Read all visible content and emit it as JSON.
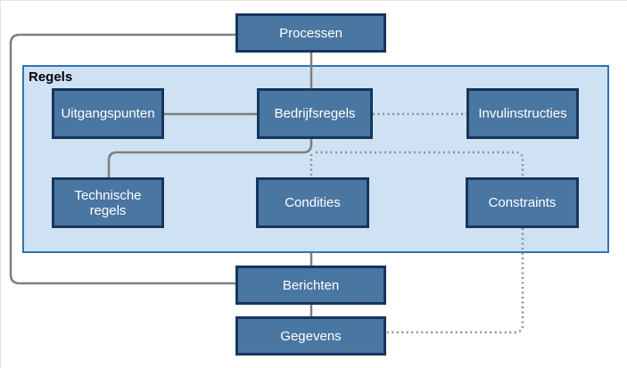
{
  "diagram": {
    "container": {
      "label": "Regels"
    },
    "nodes": {
      "processen": {
        "label": "Processen"
      },
      "uitgangspunten": {
        "label": "Uitgangspunten"
      },
      "bedrijfsregels": {
        "label": "Bedrijfsregels"
      },
      "invulinstructies": {
        "label": "Invulinstructies"
      },
      "technische_regels": {
        "label": "Technische regels"
      },
      "condities": {
        "label": "Condities"
      },
      "constraints": {
        "label": "Constraints"
      },
      "berichten": {
        "label": "Berichten"
      },
      "gegevens": {
        "label": "Gegevens"
      }
    },
    "edges": [
      {
        "from": "Processen",
        "to": "Bedrijfsregels",
        "style": "solid"
      },
      {
        "from": "Processen",
        "to": "Berichten",
        "style": "solid"
      },
      {
        "from": "Uitgangspunten",
        "to": "Bedrijfsregels",
        "style": "solid"
      },
      {
        "from": "Bedrijfsregels",
        "to": "Invulinstructies",
        "style": "dotted"
      },
      {
        "from": "Bedrijfsregels",
        "to": "Technische regels",
        "style": "solid"
      },
      {
        "from": "Bedrijfsregels",
        "to": "Condities",
        "style": "dotted"
      },
      {
        "from": "Bedrijfsregels",
        "to": "Constraints",
        "style": "dotted"
      },
      {
        "from": "Regels",
        "to": "Berichten",
        "style": "solid"
      },
      {
        "from": "Berichten",
        "to": "Gegevens",
        "style": "solid"
      },
      {
        "from": "Constraints",
        "to": "Gegevens",
        "style": "dotted"
      }
    ]
  },
  "colors": {
    "background": "#ffffff",
    "box_fill": "#4a76a2",
    "box_border": "#17365d",
    "container_fill": "#cfe2f4",
    "container_border": "#2e74b5",
    "container_label_text": "#000000",
    "label_text": "#ffffff",
    "line_solid": "#7f7f7f",
    "line_dotted": "#8f8f8f"
  }
}
